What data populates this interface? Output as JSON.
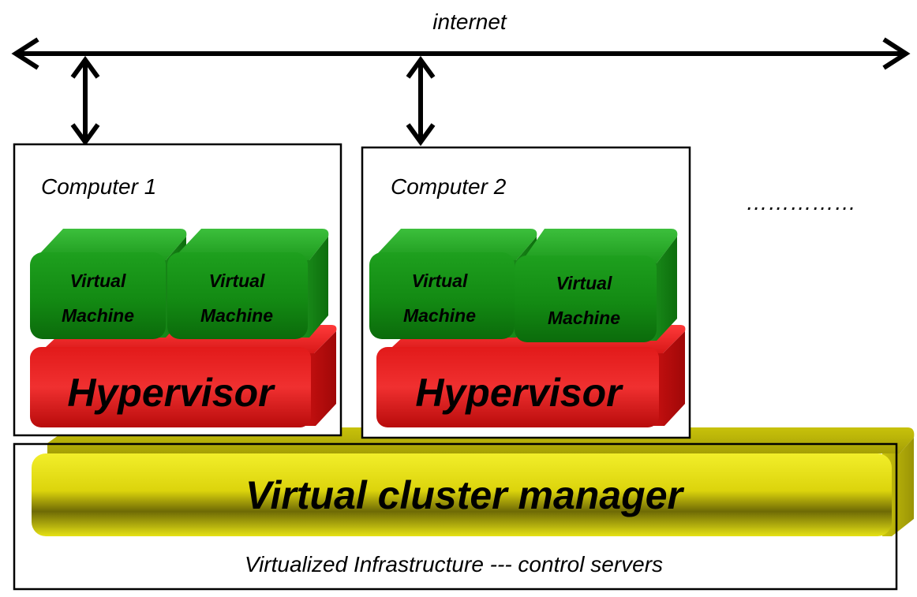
{
  "network": {
    "label": "internet"
  },
  "computers": [
    {
      "label": "Computer 1",
      "vms": [
        {
          "line1": "Virtual",
          "line2": "Machine"
        },
        {
          "line1": "Virtual",
          "line2": "Machine"
        }
      ],
      "hypervisor": "Hypervisor"
    },
    {
      "label": "Computer 2",
      "vms": [
        {
          "line1": "Virtual",
          "line2": "Machine"
        },
        {
          "line1": "Virtual",
          "line2": "Machine"
        }
      ],
      "hypervisor": "Hypervisor"
    }
  ],
  "more": "……………",
  "cluster_manager": "Virtual cluster manager",
  "infrastructure": "Virtualized Infrastructure --- control servers",
  "colors": {
    "vm": "#2fa32f",
    "hypervisor": "#d11111",
    "cluster": "#e7e010",
    "line": "#000000"
  }
}
